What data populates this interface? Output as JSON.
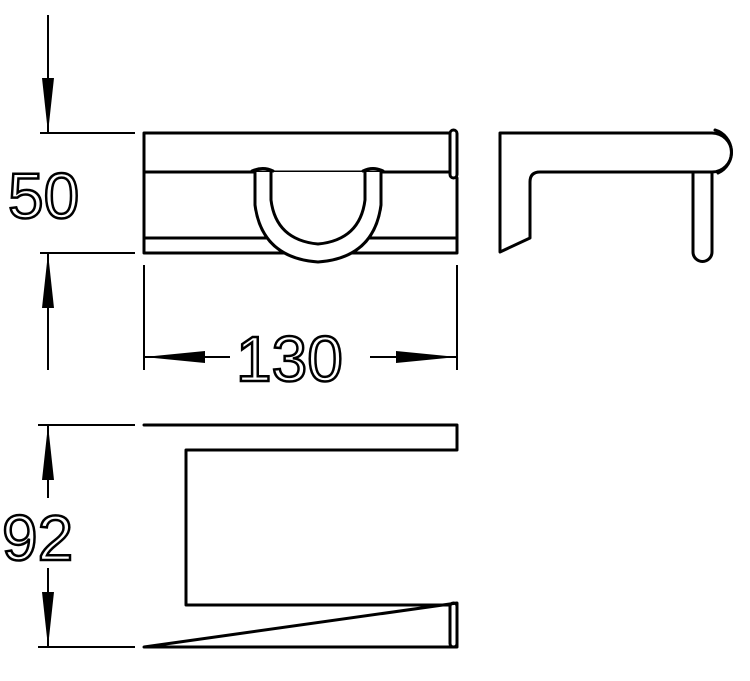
{
  "dimensions": {
    "height_front": "50",
    "width": "130",
    "depth": "92"
  },
  "colors": {
    "line": "#000000",
    "background": "#ffffff"
  }
}
